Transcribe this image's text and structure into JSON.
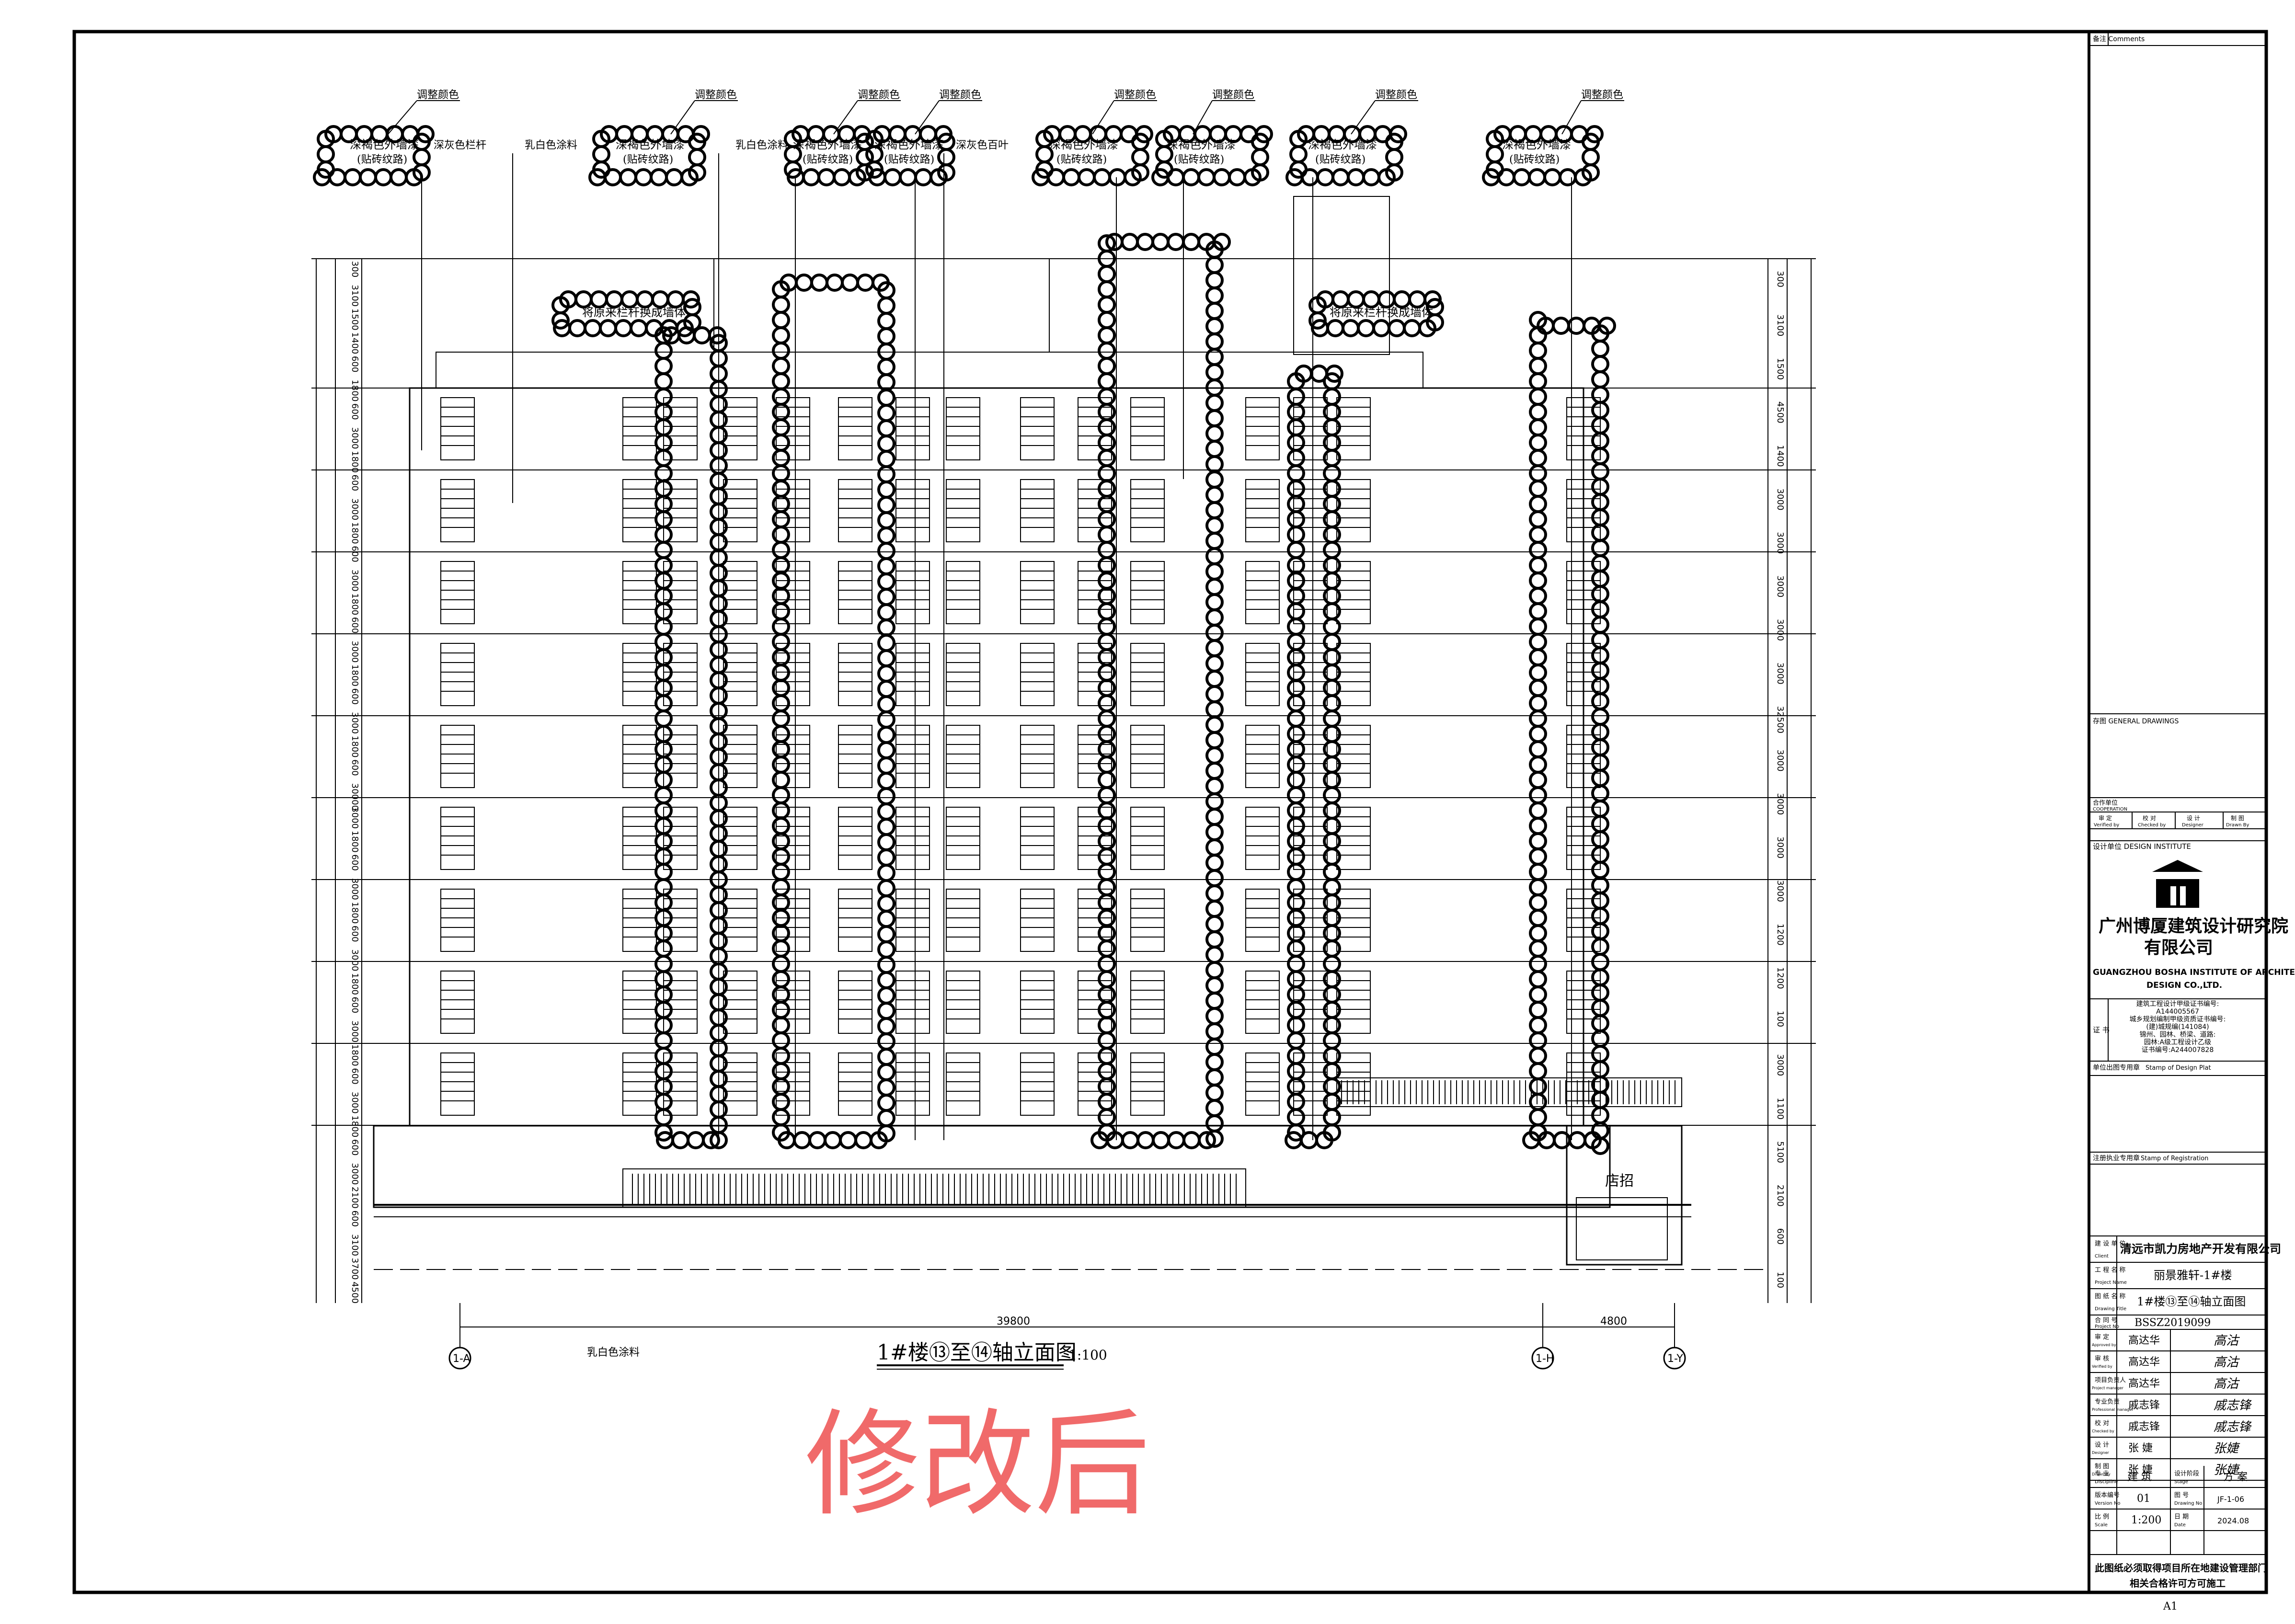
{
  "drawing": {
    "title": "1#楼⑬至⑭轴立面图",
    "scale": "1:100",
    "stamp_text": "修改后",
    "annotations": {
      "adjust_color": "调整颜色",
      "dark_brown_paint": "深褐色外墙漆",
      "tile_texture": "(贴砖纹路)",
      "dark_gray_railing": "深灰色栏杆",
      "milk_white_paint": "乳白色涂料",
      "dark_gray_louver": "深灰色百叶",
      "replace_railing": "将原来栏杆换成墙体",
      "shop_sign": "店招"
    },
    "dims_left": [
      "300",
      "3100",
      "1500",
      "1400",
      "600",
      "1800",
      "600",
      "3000",
      "1800",
      "600",
      "3000",
      "1800",
      "600",
      "3000",
      "1800",
      "600",
      "3000",
      "1800",
      "600",
      "3000",
      "1800",
      "600",
      "30000",
      "3000",
      "1800",
      "600",
      "3000",
      "1800",
      "600",
      "3000",
      "1800",
      "600",
      "3000",
      "1800",
      "600",
      "3000",
      "1800",
      "600",
      "3000",
      "2100",
      "600",
      "3100",
      "3700",
      "4500"
    ],
    "dims_right": [
      "300",
      "3100",
      "1500",
      "4500",
      "1400",
      "3000",
      "3000",
      "3000",
      "3000",
      "3000",
      "32500",
      "3000",
      "3000",
      "3000",
      "3000",
      "1200",
      "1200",
      "100",
      "3000",
      "1100",
      "5100",
      "2100",
      "600",
      "100"
    ],
    "dims_bottom": [
      "39800",
      "4800"
    ],
    "axes": [
      "1-A",
      "1-H",
      "1-Y"
    ]
  },
  "title_block": {
    "comments_label": "备注 Comments",
    "general_drawing": "存图  GENERAL DRAWINGS",
    "cooperation": "合作单位",
    "cooperation_en": "COOPERATION",
    "sign_cols": [
      "审 定",
      "校 对",
      "设 计",
      "制 图"
    ],
    "sign_cols_en": [
      "Verified by",
      "Checked by",
      "Designer",
      "Drawn By"
    ],
    "design_institute_label": "设计单位  DESIGN INSTITUTE",
    "company_cn_1": "广州博厦建筑设计研究院",
    "company_cn_2": "有限公司",
    "company_en_1": "GUANGZHOU BOSHA INSTITUTE OF ARCHITECTURAL",
    "company_en_2": "DESIGN CO.,LTD.",
    "cert_label": "证  书",
    "cert_lines": [
      "建筑工程设计甲级证书编号:",
      "A144005567",
      "城乡规划编制甲级资质证书编号:",
      "(建)城规编(141084)",
      "锦州、园林、桥梁、道路:",
      "园林:A级工程设计乙级",
      "证书编号:A244007828"
    ],
    "stamp_design_label": "单位出图专用章",
    "stamp_design_en": "Stamp of Design Plat",
    "stamp_reg_label": "注册执业专用章",
    "stamp_reg_en": "Stamp of Registration",
    "client_label": "建 设 单 位",
    "client_label_en": "Client",
    "client": "清远市凯力房地产开发有限公司",
    "project_label": "工 程 名 称",
    "project_label_en": "Project Name",
    "project": "丽景雅轩-1#楼",
    "drawing_title_label": "图 纸 名 称",
    "drawing_title_label_en": "Drawing Title",
    "drawing_title": "1#楼⑬至⑭轴立面图",
    "project_no_label": "合 同 号",
    "project_no_label_en": "Project No",
    "project_no": "BSSZ2019099",
    "people": [
      {
        "role": "审 定",
        "role_en": "Approved by",
        "name": "高达华",
        "sig": "高沽"
      },
      {
        "role": "审 核",
        "role_en": "Verified by",
        "name": "高达华",
        "sig": "高沽"
      },
      {
        "role": "项目负责人",
        "role_en": "Project manager",
        "name": "高达华",
        "sig": "高沽"
      },
      {
        "role": "专业负责",
        "role_en": "Professional manager",
        "name": "戚志锋",
        "sig": "戚志锋"
      },
      {
        "role": "校 对",
        "role_en": "Checked by",
        "name": "戚志锋",
        "sig": "戚志锋"
      },
      {
        "role": "设 计",
        "role_en": "Designer",
        "name": "张 婕",
        "sig": "张婕"
      },
      {
        "role": "制 图",
        "role_en": "Drawn By",
        "name": "张 婕",
        "sig": "张婕"
      }
    ],
    "discipline_label": "专 业",
    "discipline_label_en": "Discipline",
    "discipline": "建 筑",
    "stage_label": "设计阶段",
    "stage_label_en": "Stage",
    "stage": "方 案",
    "version_label": "版本编号",
    "version_label_en": "Version No",
    "version": "01",
    "drawing_no_label": "图 号",
    "drawing_no_label_en": "Drawing No",
    "drawing_no": "JF-1-06",
    "scale_label": "比 例",
    "scale_label_en": "Scale",
    "scale": "1:200",
    "date_label": "日 期",
    "date_label_en": "Date",
    "date": "2024.08",
    "footer_1": "此图纸必须取得项目所在地建设管理部门",
    "footer_2": "相关合格许可方可施工",
    "sheet_size": "A1"
  }
}
